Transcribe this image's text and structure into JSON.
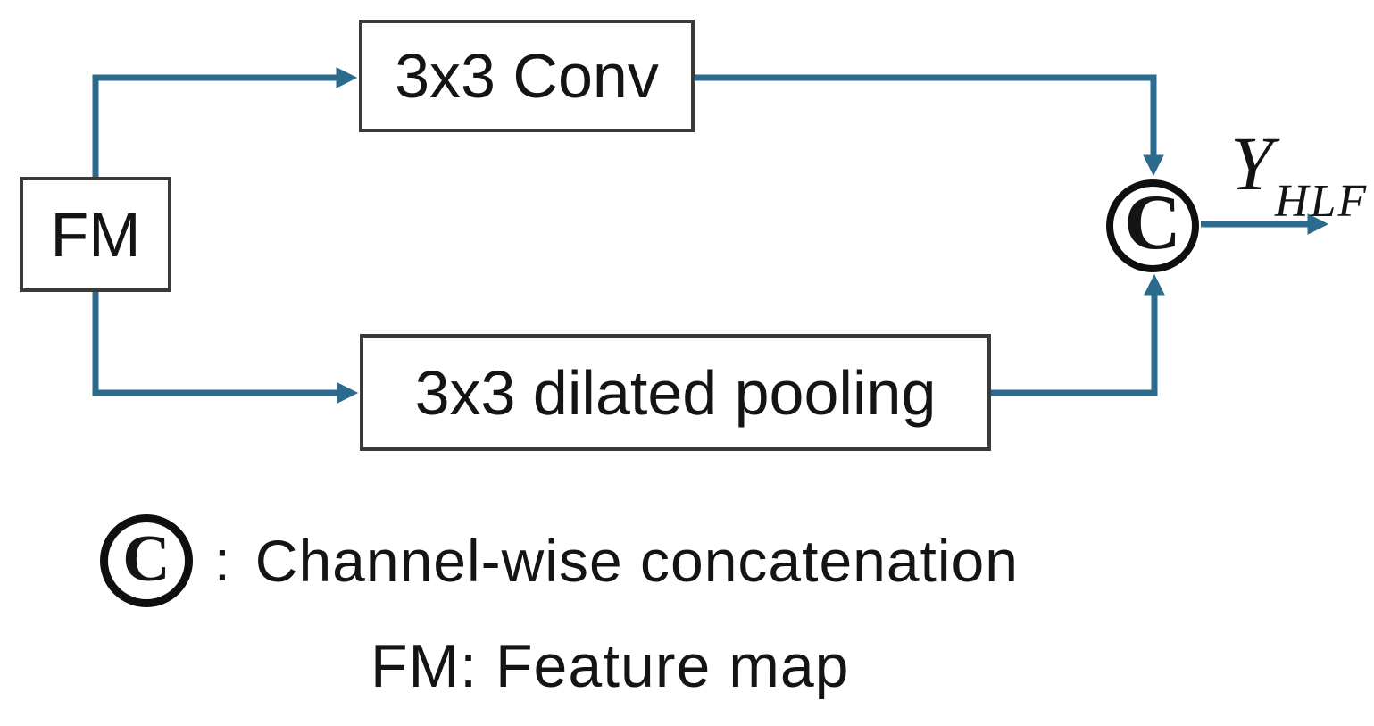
{
  "diagram": {
    "fm_box": {
      "label": "FM"
    },
    "conv_box": {
      "label": "3x3 Conv"
    },
    "pooling_box": {
      "label": "3x3 dilated pooling"
    },
    "concat_node": {
      "symbol": "C"
    },
    "output_label": {
      "base": "Y",
      "subscript": "HLF"
    }
  },
  "legend": {
    "concat": {
      "symbol": "C",
      "separator": ":",
      "text": "Channel-wise concatenation"
    },
    "fm": {
      "text": "FM: Feature map"
    }
  },
  "colors": {
    "arrow": "#2a6b8e",
    "box_border": "#3a3a3a",
    "circle": "#0f0f0f",
    "text": "#141414",
    "background": "#ffffff"
  }
}
